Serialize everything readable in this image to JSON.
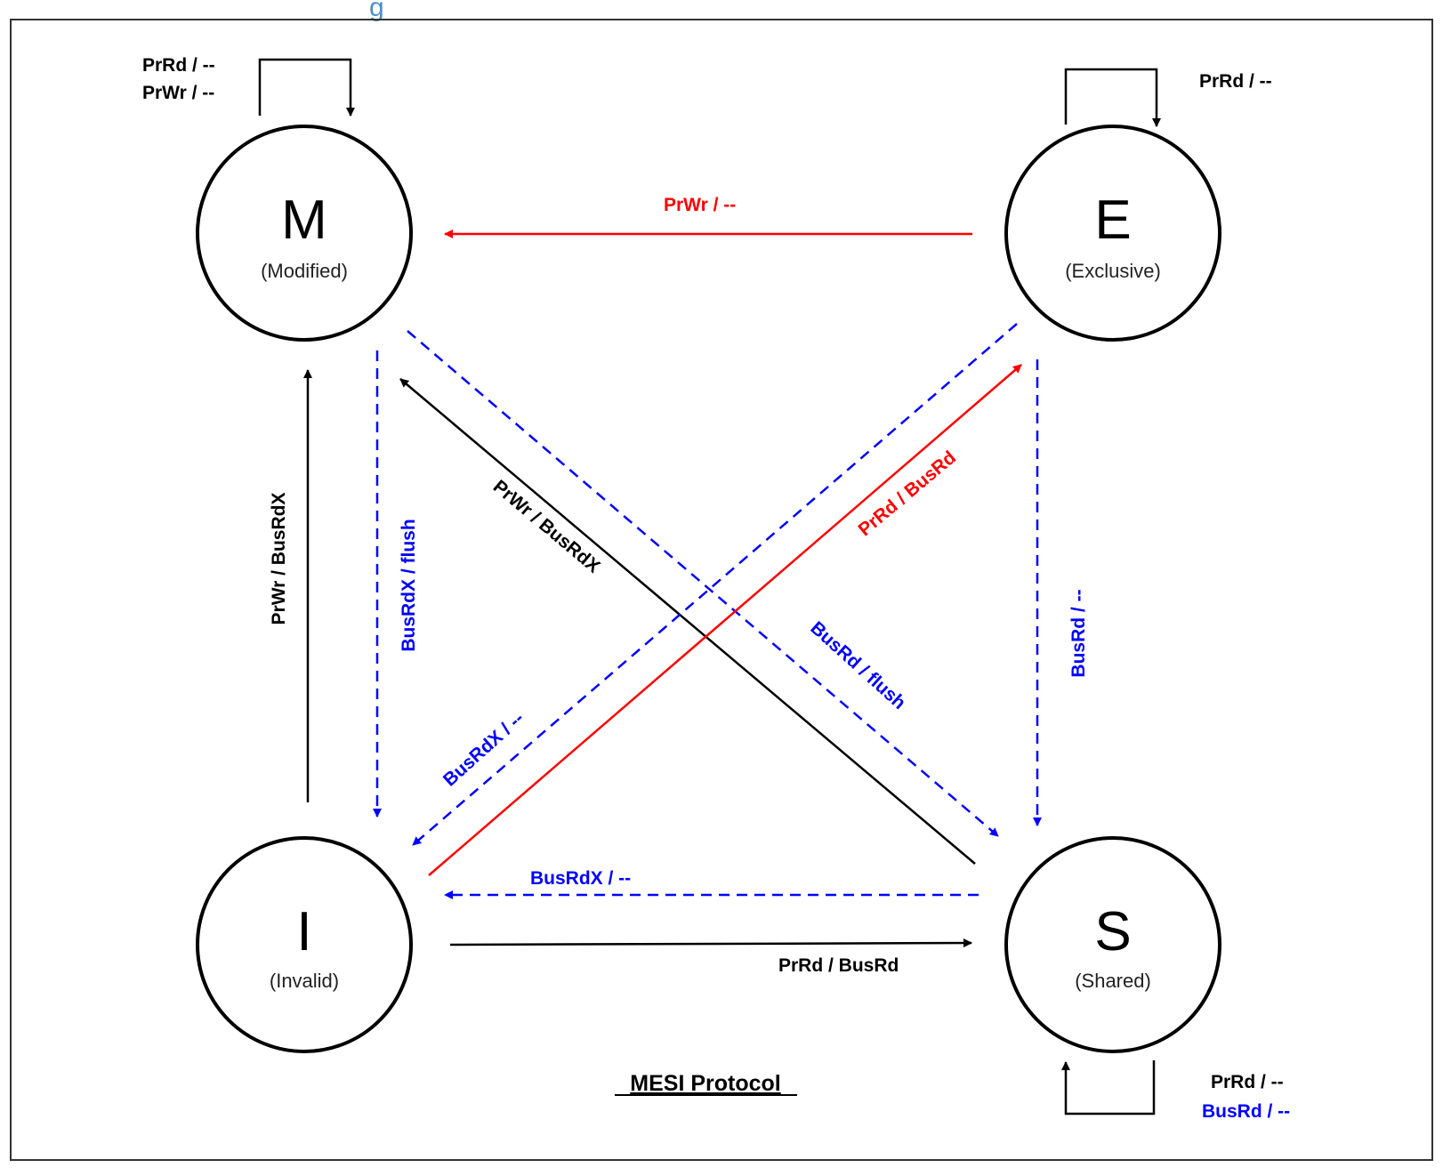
{
  "header_fragment": "g",
  "caption": "MESI Protocol",
  "colors": {
    "processor": "#000000",
    "processor_exclusive": "#ff0000",
    "bus": "#0000ff",
    "header_fragment": "#4a90c8"
  },
  "states": {
    "M": {
      "letter": "M",
      "name": "(Modified)"
    },
    "E": {
      "letter": "E",
      "name": "(Exclusive)"
    },
    "I": {
      "letter": "I",
      "name": "(Invalid)"
    },
    "S": {
      "letter": "S",
      "name": "(Shared)"
    }
  },
  "transitions": {
    "m_self_1": "PrRd / --",
    "m_self_2": "PrWr / --",
    "e_self": "PrRd / --",
    "s_self_1": "PrRd / --",
    "s_self_2": "BusRd / --",
    "e_to_m": "PrWr / --",
    "i_to_m": "PrWr / BusRdX",
    "m_to_i": "BusRdX / flush",
    "s_to_m": "PrWr / BusRdX",
    "m_to_s": "BusRd / flush",
    "i_to_e": "PrRd / BusRd",
    "e_to_i": "BusRdX / --",
    "e_to_s": "BusRd / --",
    "s_to_i": "BusRdX / --",
    "i_to_s": "PrRd / BusRd"
  }
}
